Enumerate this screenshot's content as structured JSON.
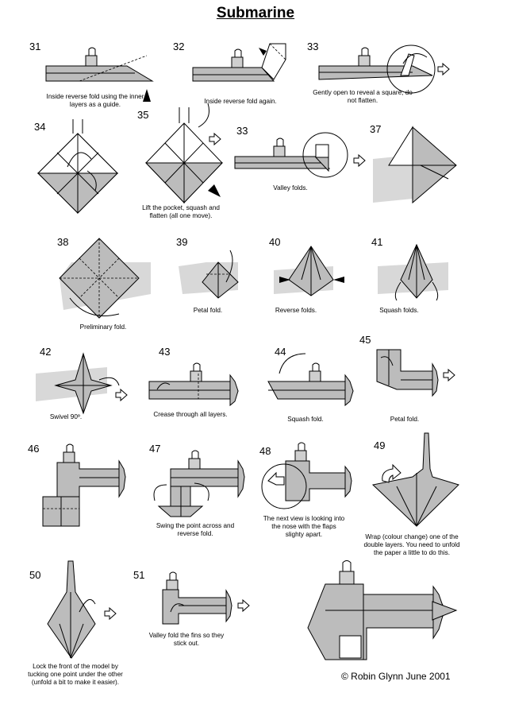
{
  "title": "Submarine",
  "steps": [
    {
      "num": "31",
      "caption": "Inside reverse fold using the inner layers as a guide."
    },
    {
      "num": "32",
      "caption": "Inside reverse fold again."
    },
    {
      "num": "33",
      "caption": "Gently open to reveal a square, do not flatten."
    },
    {
      "num": "34",
      "caption": ""
    },
    {
      "num": "35",
      "caption": "Lift the pocket, squash and flatten (all one move)."
    },
    {
      "num": "33",
      "caption": "Valley folds."
    },
    {
      "num": "37",
      "caption": ""
    },
    {
      "num": "38",
      "caption": "Preliminary fold."
    },
    {
      "num": "39",
      "caption": "Petal fold."
    },
    {
      "num": "40",
      "caption": "Reverse folds."
    },
    {
      "num": "41",
      "caption": "Squash folds."
    },
    {
      "num": "42",
      "caption": "Swivel 90º."
    },
    {
      "num": "43",
      "caption": "Crease through all layers."
    },
    {
      "num": "44",
      "caption": "Squash fold."
    },
    {
      "num": "45",
      "caption": "Petal fold."
    },
    {
      "num": "46",
      "caption": ""
    },
    {
      "num": "47",
      "caption": "Swing the point across and reverse fold."
    },
    {
      "num": "48",
      "caption": "The next view is looking into the nose with the flaps slighty apart."
    },
    {
      "num": "49",
      "caption": "Wrap (colour change) one of the double layers. You need to unfold the paper a little to do this."
    },
    {
      "num": "50",
      "caption": "Lock the front of the model by tucking one point under the other (unfold a bit to make it easier)."
    },
    {
      "num": "51",
      "caption": "Valley fold the fins so they stick out."
    }
  ],
  "credit": "© Robin Glynn June 2001"
}
